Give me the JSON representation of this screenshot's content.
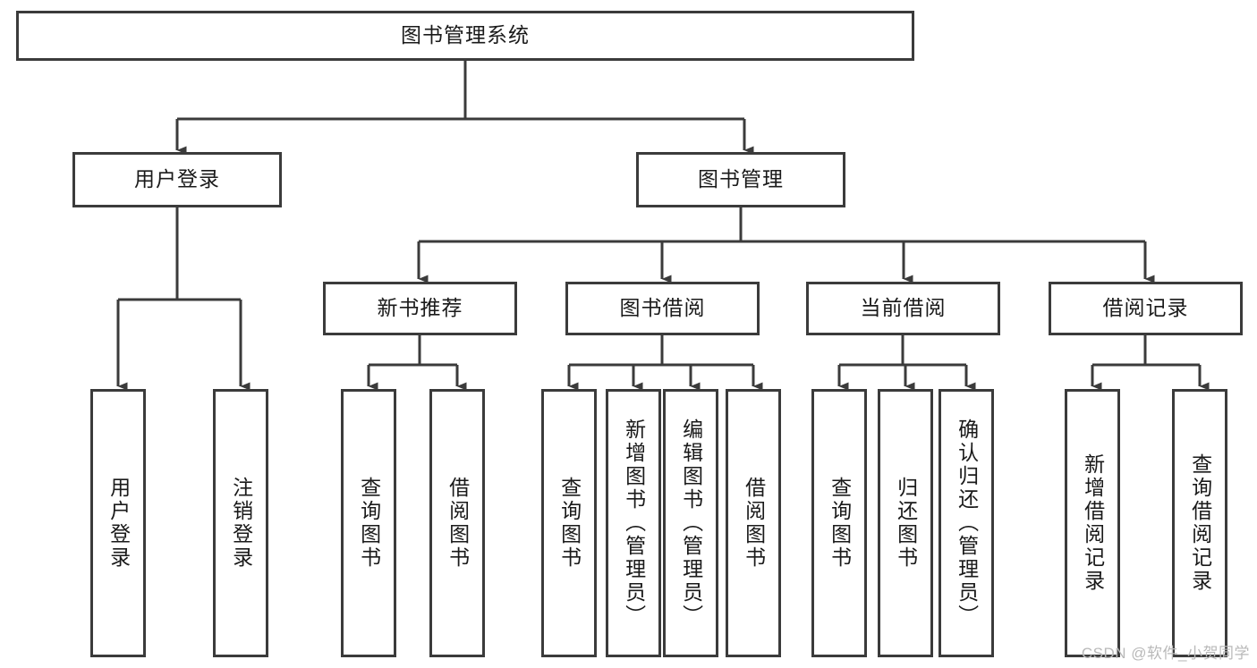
{
  "diagram": {
    "title": "图书管理系统",
    "type": "hierarchy-tree",
    "root": {
      "label": "图书管理系统"
    },
    "level2": [
      {
        "label": "用户登录"
      },
      {
        "label": "图书管理"
      }
    ],
    "level3": [
      {
        "label": "新书推荐"
      },
      {
        "label": "图书借阅"
      },
      {
        "label": "当前借阅"
      },
      {
        "label": "借阅记录"
      }
    ],
    "leaves": {
      "user_login": [
        {
          "label": "用户登录"
        },
        {
          "label": "注销登录"
        }
      ],
      "new_book_recommend": [
        {
          "label": "查询图书"
        },
        {
          "label": "借阅图书"
        }
      ],
      "book_borrow": [
        {
          "label": "查询图书"
        },
        {
          "label": "新增图书（管理员）"
        },
        {
          "label": "编辑图书（管理员）"
        },
        {
          "label": "借阅图书"
        }
      ],
      "current_borrow": [
        {
          "label": "查询图书"
        },
        {
          "label": "归还图书"
        },
        {
          "label": "确认归还（管理员）"
        }
      ],
      "borrow_record": [
        {
          "label": "新增借阅记录"
        },
        {
          "label": "查询借阅记录"
        }
      ]
    }
  },
  "watermark": {
    "text": "CSDN @软件_小贺同学"
  },
  "colors": {
    "stroke": "#3b3b3b",
    "background": "#ffffff",
    "text": "#1a1a1a",
    "watermark": "#b9b9b9"
  }
}
